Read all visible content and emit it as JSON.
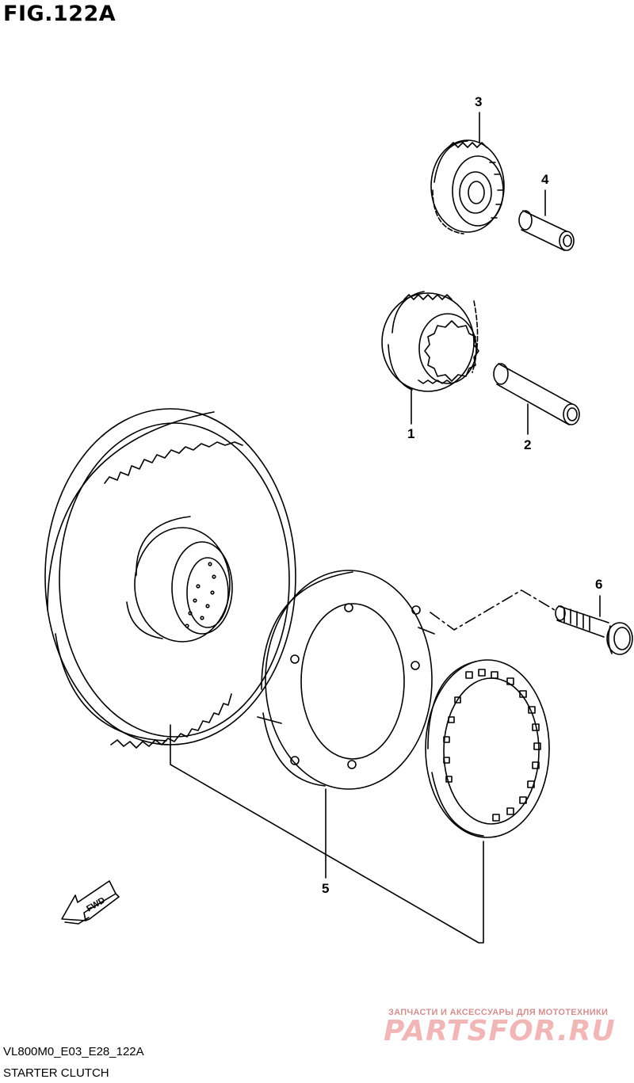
{
  "figure": {
    "title": "FIG.122A",
    "code": "VL800M0_E03_E28_122A",
    "caption": "STARTER CLUTCH"
  },
  "callouts": [
    {
      "id": "1",
      "label": "1"
    },
    {
      "id": "2",
      "label": "2"
    },
    {
      "id": "3",
      "label": "3"
    },
    {
      "id": "4",
      "label": "4"
    },
    {
      "id": "5",
      "label": "5"
    },
    {
      "id": "6",
      "label": "6"
    }
  ],
  "fwd_arrow": {
    "label": "FWD"
  },
  "watermark": {
    "tagline": "ЗАПЧАСТИ И АКСЕССУАРЫ ДЛЯ МОТОТЕХНИКИ",
    "logo": "PARTSFOR.RU",
    "color": "#e8a0a0"
  }
}
